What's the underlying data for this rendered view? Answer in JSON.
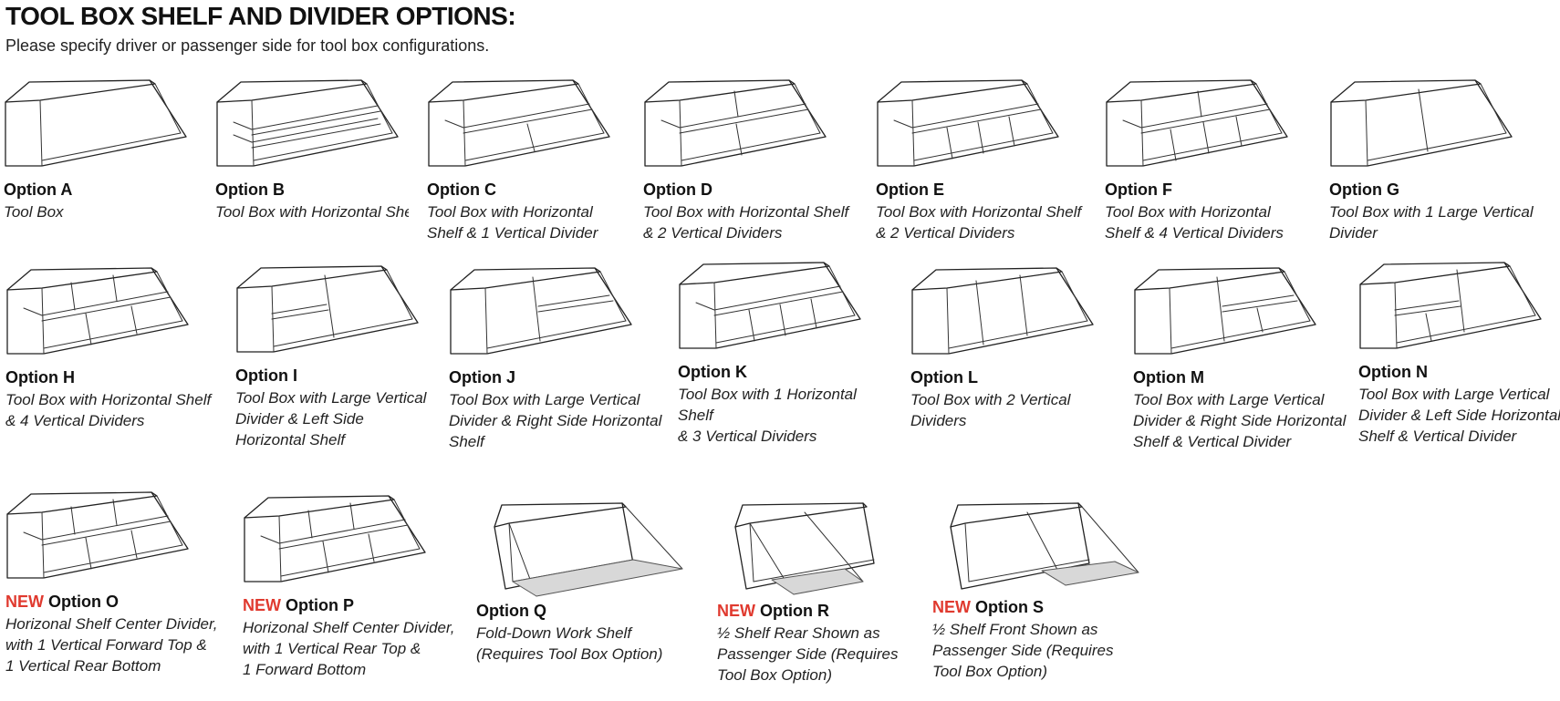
{
  "header": {
    "title": "TOOL BOX SHELF AND DIVIDER OPTIONS:",
    "subtitle": "Please specify driver or passenger side for tool box configurations."
  },
  "options": {
    "a": {
      "title": "Option A",
      "desc": [
        "Tool Box"
      ]
    },
    "b": {
      "title": "Option B",
      "desc": [
        "Tool Box with Horizontal Shel"
      ]
    },
    "c": {
      "title": "Option C",
      "desc": [
        "Tool Box with Horizontal",
        "Shelf & 1 Vertical Divider"
      ]
    },
    "d": {
      "title": "Option D",
      "desc": [
        "Tool Box with Horizontal Shelf",
        "& 2 Vertical Dividers"
      ]
    },
    "e": {
      "title": "Option E",
      "desc": [
        "Tool Box with Horizontal Shelf",
        "& 2 Vertical Dividers"
      ]
    },
    "f": {
      "title": "Option F",
      "desc": [
        "Tool Box with Horizontal",
        "Shelf & 4 Vertical Dividers"
      ]
    },
    "g": {
      "title": "Option G",
      "desc": [
        "Tool Box with 1 Large Vertical",
        "Divider"
      ]
    },
    "h": {
      "title": "Option H",
      "desc": [
        "Tool Box with Horizontal Shelf",
        "& 4 Vertical Dividers"
      ]
    },
    "i": {
      "title": "Option I",
      "desc": [
        "Tool Box with Large Vertical",
        "Divider & Left Side",
        "Horizontal Shelf"
      ]
    },
    "j": {
      "title": "Option J",
      "desc": [
        "Tool Box with Large Vertical",
        "Divider & Right Side Horizontal",
        "Shelf"
      ]
    },
    "k": {
      "title": "Option K",
      "desc": [
        "Tool Box with 1 Horizontal Shelf",
        "& 3 Vertical Dividers"
      ]
    },
    "l": {
      "title": "Option L",
      "desc": [
        "Tool Box with 2 Vertical",
        "Dividers"
      ]
    },
    "m": {
      "title": "Option M",
      "desc": [
        "Tool Box with Large Vertical",
        "Divider & Right Side Horizontal",
        "Shelf & Vertical Divider"
      ]
    },
    "n": {
      "title": "Option N",
      "desc": [
        "Tool Box with Large Vertical",
        "Divider & Left Side Horizontal",
        "Shelf & Vertical Divider"
      ]
    },
    "o": {
      "badge": "NEW",
      "title": "Option O",
      "desc": [
        "Horizonal Shelf Center Divider,",
        "with 1 Vertical Forward Top &",
        "1 Vertical Rear Bottom"
      ]
    },
    "p": {
      "badge": "NEW",
      "title": "Option P",
      "desc": [
        "Horizonal Shelf Center Divider,",
        "with 1 Vertical Rear Top &",
        "1 Forward Bottom"
      ]
    },
    "q": {
      "title": "Option Q",
      "desc": [
        "Fold-Down Work Shelf",
        "(Requires Tool Box Option)"
      ]
    },
    "r": {
      "badge": "NEW",
      "title": "Option R",
      "desc": [
        "½ Shelf Rear Shown as",
        "Passenger Side (Requires",
        "Tool Box Option)"
      ]
    },
    "s": {
      "badge": "NEW",
      "title": "Option S",
      "desc": [
        "½ Shelf Front Shown as",
        "Passenger Side (Requires",
        "Tool Box Option)"
      ]
    }
  },
  "colors": {
    "new_badge": "#e03a2f",
    "fold_shelf": "#d8d8d8",
    "line": "#222222"
  }
}
